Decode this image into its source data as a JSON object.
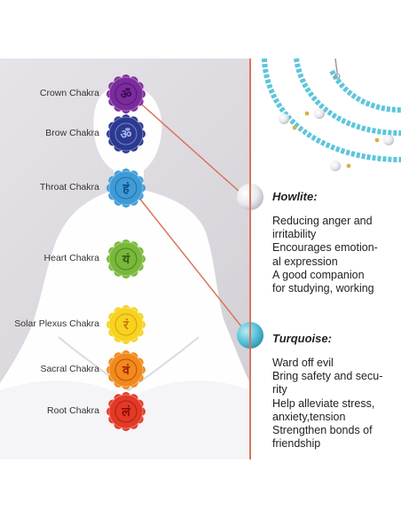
{
  "chakras": [
    {
      "label": "Crown Chakra",
      "symbol": "ॐ",
      "color": "#7b2c9c",
      "symbol_color": "#3a0a52"
    },
    {
      "label": "Brow Chakra",
      "symbol": "ॐ",
      "color": "#2b3990",
      "symbol_color": "#aab6f0"
    },
    {
      "label": "Throat Chakra",
      "symbol": "हं",
      "color": "#3f9bd6",
      "symbol_color": "#124f86"
    },
    {
      "label": "Heart Chakra",
      "symbol": "यं",
      "color": "#79b83a",
      "symbol_color": "#2f5e10"
    },
    {
      "label": "Solar Plexus Chakra",
      "symbol": "रं",
      "color": "#f7d21f",
      "symbol_color": "#c77a0c"
    },
    {
      "label": "Sacral Chakra",
      "symbol": "वं",
      "color": "#f08a1c",
      "symbol_color": "#a8200e"
    },
    {
      "label": "Root Chakra",
      "symbol": "लं",
      "color": "#e23a26",
      "symbol_color": "#8a0d06"
    }
  ],
  "howlite": {
    "title": "Howlite:",
    "benefits": [
      "Reducing anger and",
      "irritability",
      "Encourages emotion-",
      "al expression",
      "A good companion",
      "for studying, working"
    ]
  },
  "turquoise": {
    "title": "Turquoise:",
    "benefits": [
      "Ward off evil",
      "Bring safety and secu-",
      "rity",
      "Help alleviate stress,",
      "anxiety,tension",
      "Strengthen bonds of",
      "friendship"
    ]
  },
  "colors": {
    "accent_line": "#d9745a",
    "turquoise_bead": "#5cc6dc",
    "howlite_bead": "#e9eaee",
    "gold_bead": "#d8b04a"
  }
}
